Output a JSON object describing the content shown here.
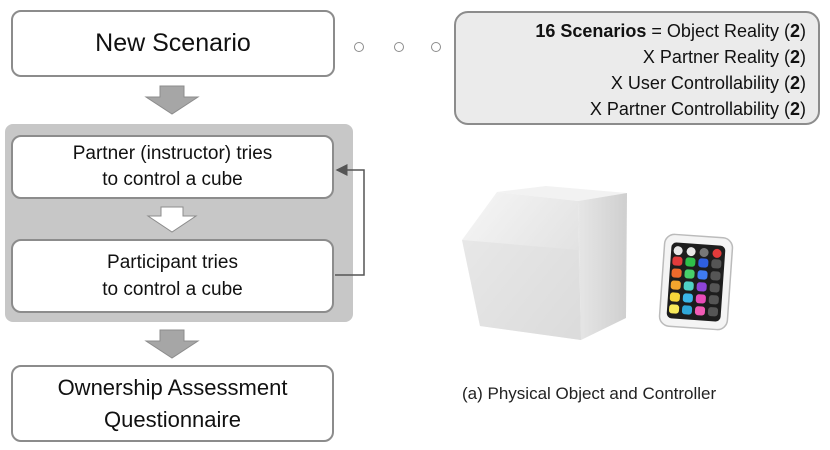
{
  "steps": {
    "new_scenario": "New Scenario",
    "partner_line1": "Partner (instructor) tries",
    "partner_line2": "to control a cube",
    "participant_line1": "Participant tries",
    "participant_line2": "to control a cube",
    "ownership_line1": "Ownership Assessment",
    "ownership_line2": "Questionnaire"
  },
  "scenarios": {
    "line1_bold": "16 Scenarios",
    "line1_text": " = Object Reality (",
    "line2_text": "X  Partner Reality (",
    "line3_text": "X User Controllability (",
    "line4_text": "X Partner Controllability (",
    "count": "2",
    "close_paren": ")"
  },
  "caption": "(a) Physical Object and Controller",
  "colors": {
    "box_border": "#8c8c8c",
    "loop_panel": "#c7c7c7",
    "arrow_fill": "#a6a6a6",
    "info_fill": "#ebebeb"
  },
  "icons": [
    "down-arrow-icon",
    "loop-arrow-icon",
    "ellipsis-dot-icon",
    "cube-icon",
    "remote-control-icon"
  ]
}
